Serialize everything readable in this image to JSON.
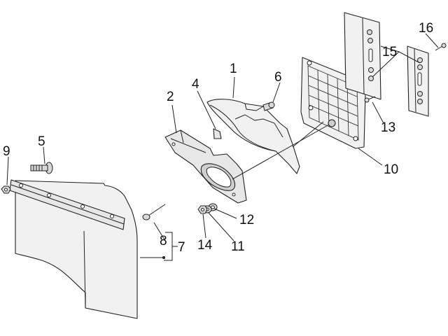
{
  "diagram": {
    "callouts": [
      {
        "id": "1",
        "text": "1"
      },
      {
        "id": "2",
        "text": "2"
      },
      {
        "id": "4",
        "text": "4"
      },
      {
        "id": "5",
        "text": "5"
      },
      {
        "id": "6",
        "text": "6"
      },
      {
        "id": "7",
        "text": "7"
      },
      {
        "id": "8",
        "text": "8"
      },
      {
        "id": "9",
        "text": "9"
      },
      {
        "id": "10",
        "text": "10"
      },
      {
        "id": "11",
        "text": "11"
      },
      {
        "id": "12",
        "text": "12"
      },
      {
        "id": "13",
        "text": "13"
      },
      {
        "id": "14",
        "text": "14"
      },
      {
        "id": "15",
        "text": "15"
      },
      {
        "id": "16",
        "text": "16"
      }
    ]
  }
}
